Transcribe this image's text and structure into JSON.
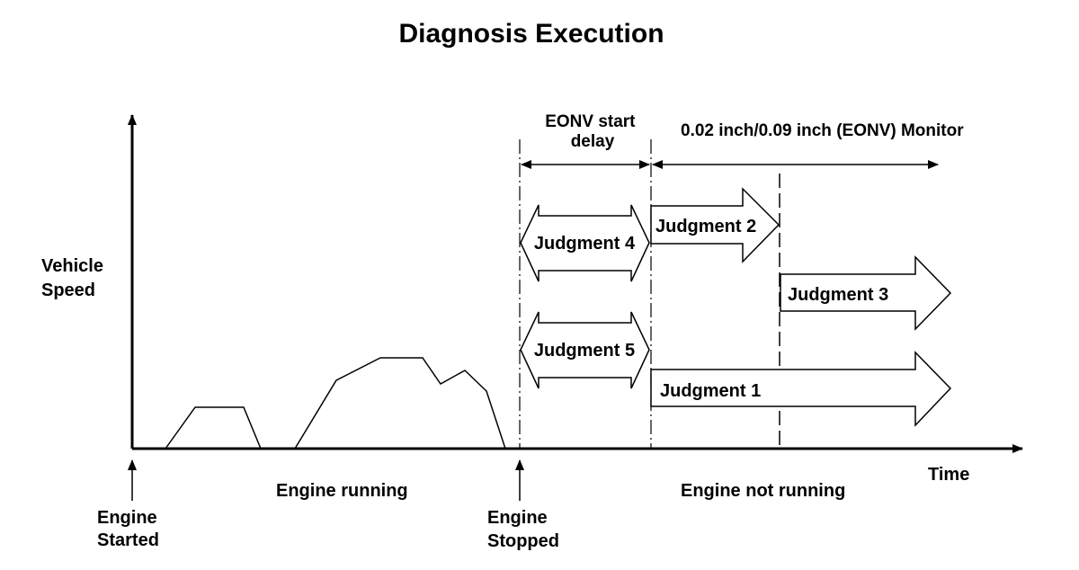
{
  "title": "Diagnosis Execution",
  "y_axis_label": [
    "Vehicle",
    "Speed"
  ],
  "x_axis_label": "Time",
  "phases": {
    "engine_running": "Engine running",
    "engine_not_running": "Engine not running"
  },
  "events": {
    "engine_started": [
      "Engine",
      "Started"
    ],
    "engine_stopped": [
      "Engine",
      "Stopped"
    ]
  },
  "spans": {
    "eonv_start_delay": [
      "EONV start",
      "delay"
    ],
    "monitor": "0.02 inch/0.09 inch (EONV) Monitor"
  },
  "judgments": {
    "j1": "Judgment 1",
    "j2": "Judgment 2",
    "j3": "Judgment 3",
    "j4": "Judgment 4",
    "j5": "Judgment 5"
  },
  "colors": {
    "line": "#000000",
    "background": "#ffffff"
  }
}
